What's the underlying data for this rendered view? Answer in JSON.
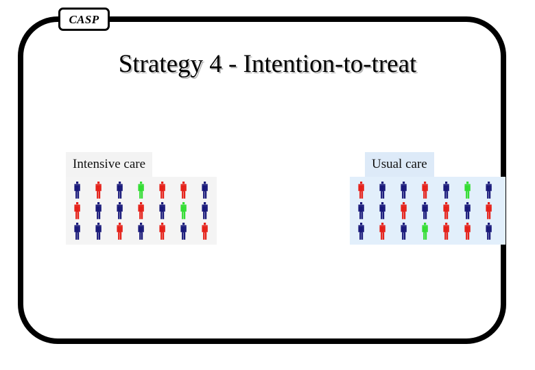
{
  "slide": {
    "tab_label": "CASP",
    "title": "Strategy 4 - Intention-to-treat"
  },
  "colors": {
    "navy": "#19197a",
    "red": "#e52119",
    "green": "#33dd33",
    "frame": "#000000",
    "intensive_bg": "#f4f4f4",
    "usual_bg": "#e2effb"
  },
  "groups": [
    {
      "id": "intensive",
      "label": "Intensive care",
      "columns": 7,
      "rows": 3,
      "total": 21,
      "counts": {
        "navy": 12,
        "red": 7,
        "green": 2
      },
      "people": [
        "navy",
        "red",
        "navy",
        "green",
        "red",
        "red",
        "navy",
        "red",
        "navy",
        "navy",
        "red",
        "navy",
        "green",
        "navy",
        "navy",
        "navy",
        "red",
        "navy",
        "red",
        "navy",
        "red"
      ]
    },
    {
      "id": "usual",
      "label": "Usual care",
      "columns": 7,
      "rows": 3,
      "total": 21,
      "counts": {
        "navy": 11,
        "red": 8,
        "green": 2
      },
      "people": [
        "red",
        "navy",
        "navy",
        "red",
        "navy",
        "green",
        "navy",
        "navy",
        "navy",
        "red",
        "navy",
        "red",
        "navy",
        "red",
        "navy",
        "red",
        "navy",
        "green",
        "red",
        "red",
        "navy"
      ]
    }
  ]
}
